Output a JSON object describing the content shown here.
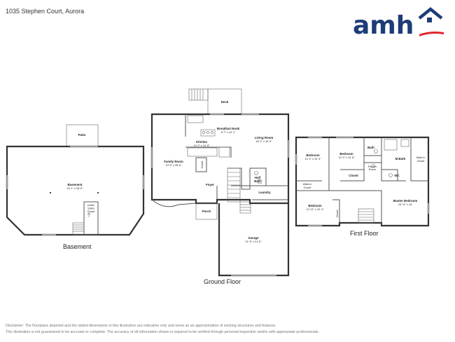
{
  "header": {
    "address": "1035 Stephen Court, Aurora",
    "logo_text": "amh",
    "brand_colors": {
      "navy": "#1d3c78",
      "red": "#e0242c"
    }
  },
  "floors": [
    {
      "caption": "Basement"
    },
    {
      "caption": "Ground Floor"
    },
    {
      "caption": "First Floor"
    }
  ],
  "rooms": {
    "patio": {
      "name": "Patio"
    },
    "basement": {
      "name": "Basement",
      "dims": "42' 1\" x 28' 6\""
    },
    "under_stairs_closet": {
      "line1": "Under",
      "line2": "Stairs",
      "line3": "Closet"
    },
    "deck": {
      "name": "Deck"
    },
    "breakfast_nook": {
      "name": "Breakfast Nook",
      "dims": "8' 7\" x 10' 1\""
    },
    "kitchen": {
      "name": "Kitchen",
      "dims": "10' 2\" x 12' 8\""
    },
    "living_room": {
      "name": "Living Room",
      "dims": "18' 2\" x 16' 5\""
    },
    "family_room": {
      "name": "Family Room",
      "dims": "13' 5\" x 28' 6\""
    },
    "closet_ground": {
      "name": "Closet"
    },
    "foyer": {
      "name": "Foyer"
    },
    "half_bath": {
      "line1": "Half",
      "line2": "Bath"
    },
    "laundry": {
      "name": "Laundry"
    },
    "porch": {
      "name": "Porch"
    },
    "garage": {
      "name": "Garage",
      "dims": "21' 5\" x 21' 6\""
    },
    "bedroom_a": {
      "name": "Bedroom",
      "dims": "10' 4\" x 10' 3\""
    },
    "bedroom_b": {
      "name": "Bedroom",
      "dims": "13' 3\" x 12' 8\""
    },
    "bath": {
      "name": "Bath"
    },
    "powder_room": {
      "line1": "Powder",
      "line2": "Room"
    },
    "m_bath": {
      "name": "M.Bath"
    },
    "walk_in_closet_master": {
      "line1": "Walk-In",
      "line2": "Closet"
    },
    "wc": {
      "name": "WC"
    },
    "closet_first": {
      "name": "Closet"
    },
    "walk_in_closet_small": {
      "line1": "Walk-In",
      "line2": "Closet"
    },
    "bedroom_c": {
      "name": "Bedroom",
      "dims": "12' 11\" x 10' 4\""
    },
    "closet_vertical": {
      "name": "Closet"
    },
    "master_bedroom": {
      "name": "Master Bedroom",
      "dims": "15' 11\" x 14'"
    }
  },
  "disclaimer": {
    "line1": "Disclaimer: The floorplans depicted and the stated dimensions in this illustration are indicative only and serve as an approximation of existing structures and features.",
    "line2": "This illustration is not guaranteed to be accurate or complete. The accuracy of all information shown is required to be verified through personal inspection and/or with appropriate professionals."
  }
}
